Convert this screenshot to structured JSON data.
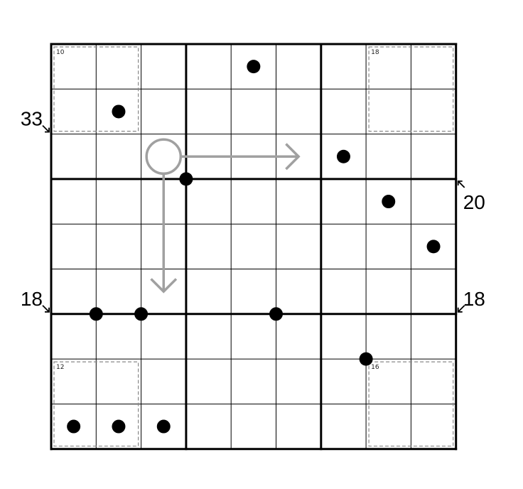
{
  "puzzle": {
    "grid_size": 9,
    "box_size": 3,
    "colors": {
      "grid_line": "#000000",
      "cage_border": "#888888",
      "arrow": "#a0a0a0",
      "dot": "#000000",
      "background": "#ffffff"
    },
    "cages": [
      {
        "sum": "10",
        "r1": 0,
        "c1": 0,
        "r2": 1,
        "c2": 1
      },
      {
        "sum": "18",
        "r1": 0,
        "c1": 7,
        "r2": 1,
        "c2": 8
      },
      {
        "sum": "12",
        "r1": 7,
        "c1": 0,
        "r2": 8,
        "c2": 1
      },
      {
        "sum": "16",
        "r1": 7,
        "c1": 7,
        "r2": 8,
        "c2": 8
      }
    ],
    "dots": [
      {
        "r": 0,
        "c": 4,
        "pos": "center"
      },
      {
        "r": 1,
        "c": 1,
        "pos": "center"
      },
      {
        "r": 2,
        "c": 6,
        "pos": "center"
      },
      {
        "r": 3,
        "c": 3,
        "pos": "top-left"
      },
      {
        "r": 3,
        "c": 7,
        "pos": "center"
      },
      {
        "r": 4,
        "c": 8,
        "pos": "center"
      },
      {
        "r": 6,
        "c": 1,
        "pos": "top-left"
      },
      {
        "r": 6,
        "c": 2,
        "pos": "top-left"
      },
      {
        "r": 6,
        "c": 5,
        "pos": "top-left"
      },
      {
        "r": 7,
        "c": 7,
        "pos": "top-left"
      },
      {
        "r": 8,
        "c": 0,
        "pos": "center"
      },
      {
        "r": 8,
        "c": 1,
        "pos": "center"
      },
      {
        "r": 8,
        "c": 2,
        "pos": "center"
      }
    ],
    "arrow": {
      "bulb": {
        "r": 2,
        "c": 2
      },
      "lines": [
        {
          "direction": "right",
          "length": 3
        },
        {
          "direction": "down",
          "length": 3
        }
      ]
    },
    "outside_clues": [
      {
        "text": "33",
        "side": "left",
        "row": 2,
        "arrow": "down-right"
      },
      {
        "text": "18",
        "side": "left",
        "row": 6,
        "arrow": "down-right"
      },
      {
        "text": "20",
        "side": "right",
        "row": 3,
        "arrow": "up-left"
      },
      {
        "text": "18",
        "side": "right",
        "row": 6,
        "arrow": "down-left"
      }
    ]
  }
}
